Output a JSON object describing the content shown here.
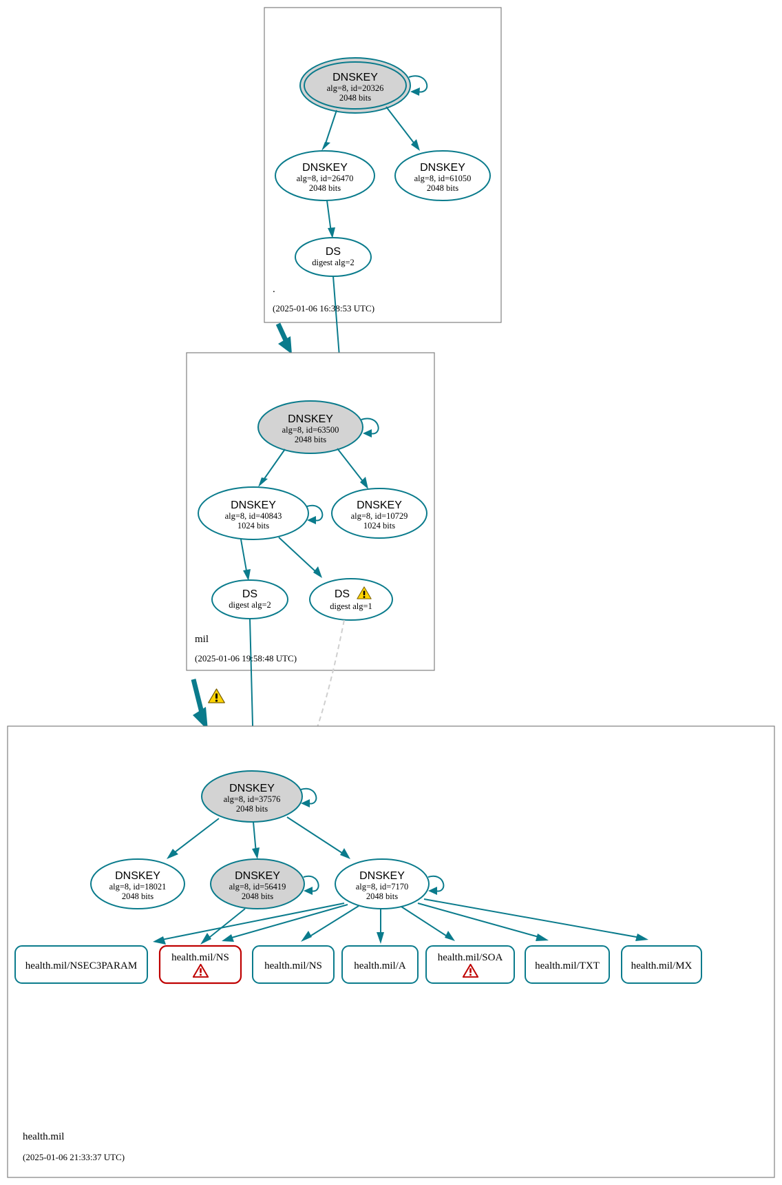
{
  "diagram": {
    "type": "dnssec-authentication-chain",
    "title": "health.mil DNSSEC authentication chain"
  },
  "zones": [
    {
      "id": "root",
      "label": ".",
      "timestamp": "(2025-01-06 16:38:53 UTC)",
      "nodes": [
        {
          "id": "root-ksk",
          "kind": "DNSKEY",
          "title": "DNSKEY",
          "line2": "alg=8, id=20326",
          "line3": "2048 bits",
          "shaded": true,
          "trust_anchor": true,
          "self_sign": true
        },
        {
          "id": "root-zsk-26470",
          "kind": "DNSKEY",
          "title": "DNSKEY",
          "line2": "alg=8, id=26470",
          "line3": "2048 bits",
          "shaded": false,
          "trust_anchor": false,
          "self_sign": false
        },
        {
          "id": "root-zsk-61050",
          "kind": "DNSKEY",
          "title": "DNSKEY",
          "line2": "alg=8, id=61050",
          "line3": "2048 bits",
          "shaded": false,
          "trust_anchor": false,
          "self_sign": false
        },
        {
          "id": "root-ds-2",
          "kind": "DS",
          "title": "DS",
          "line2": "digest alg=2",
          "shaded": false,
          "warning": false
        }
      ]
    },
    {
      "id": "mil",
      "label": "mil",
      "timestamp": "(2025-01-06 19:58:48 UTC)",
      "nodes": [
        {
          "id": "mil-ksk",
          "kind": "DNSKEY",
          "title": "DNSKEY",
          "line2": "alg=8, id=63500",
          "line3": "2048 bits",
          "shaded": true,
          "trust_anchor": false,
          "self_sign": true
        },
        {
          "id": "mil-zsk-40843",
          "kind": "DNSKEY",
          "title": "DNSKEY",
          "line2": "alg=8, id=40843",
          "line3": "1024 bits",
          "shaded": false,
          "trust_anchor": false,
          "self_sign": true
        },
        {
          "id": "mil-zsk-10729",
          "kind": "DNSKEY",
          "title": "DNSKEY",
          "line2": "alg=8, id=10729",
          "line3": "1024 bits",
          "shaded": false,
          "trust_anchor": false,
          "self_sign": false
        },
        {
          "id": "mil-ds-2",
          "kind": "DS",
          "title": "DS",
          "line2": "digest alg=2",
          "shaded": false,
          "warning": false
        },
        {
          "id": "mil-ds-1",
          "kind": "DS",
          "title": "DS",
          "line2": "digest alg=1",
          "shaded": false,
          "warning": true
        }
      ]
    },
    {
      "id": "health-mil",
      "label": "health.mil",
      "timestamp": "(2025-01-06 21:33:37 UTC)",
      "nodes": [
        {
          "id": "hm-ksk",
          "kind": "DNSKEY",
          "title": "DNSKEY",
          "line2": "alg=8, id=37576",
          "line3": "2048 bits",
          "shaded": true,
          "trust_anchor": false,
          "self_sign": true
        },
        {
          "id": "hm-key-18021",
          "kind": "DNSKEY",
          "title": "DNSKEY",
          "line2": "alg=8, id=18021",
          "line3": "2048 bits",
          "shaded": false,
          "trust_anchor": false,
          "self_sign": false
        },
        {
          "id": "hm-key-56419",
          "kind": "DNSKEY",
          "title": "DNSKEY",
          "line2": "alg=8, id=56419",
          "line3": "2048 bits",
          "shaded": true,
          "trust_anchor": false,
          "self_sign": true
        },
        {
          "id": "hm-key-7170",
          "kind": "DNSKEY",
          "title": "DNSKEY",
          "line2": "alg=8, id=7170",
          "line3": "2048 bits",
          "shaded": false,
          "trust_anchor": false,
          "self_sign": true
        }
      ],
      "rrsets": [
        {
          "id": "rr-nsec3param",
          "label": "health.mil/NSEC3PARAM",
          "status": "ok",
          "error": false
        },
        {
          "id": "rr-ns-error",
          "label": "health.mil/NS",
          "status": "error",
          "error": true
        },
        {
          "id": "rr-ns",
          "label": "health.mil/NS",
          "status": "ok",
          "error": false
        },
        {
          "id": "rr-a",
          "label": "health.mil/A",
          "status": "ok",
          "error": false
        },
        {
          "id": "rr-soa",
          "label": "health.mil/SOA",
          "status": "error-icon",
          "error": false
        },
        {
          "id": "rr-txt",
          "label": "health.mil/TXT",
          "status": "ok",
          "error": false
        },
        {
          "id": "rr-mx",
          "label": "health.mil/MX",
          "status": "ok",
          "error": false
        }
      ]
    }
  ],
  "delegations": [
    {
      "id": "root-to-mil",
      "from": ".",
      "to": "mil",
      "warning": false
    },
    {
      "id": "mil-to-health",
      "from": "mil",
      "to": "health.mil",
      "warning": true
    }
  ],
  "colors": {
    "teal": "#0a7b8c",
    "shaded_fill": "#d3d3d3",
    "zone_border": "#808080",
    "error_red": "#bf0000",
    "warning_yellow": "#ffd400",
    "dashed_gray": "#cfcfcf"
  }
}
